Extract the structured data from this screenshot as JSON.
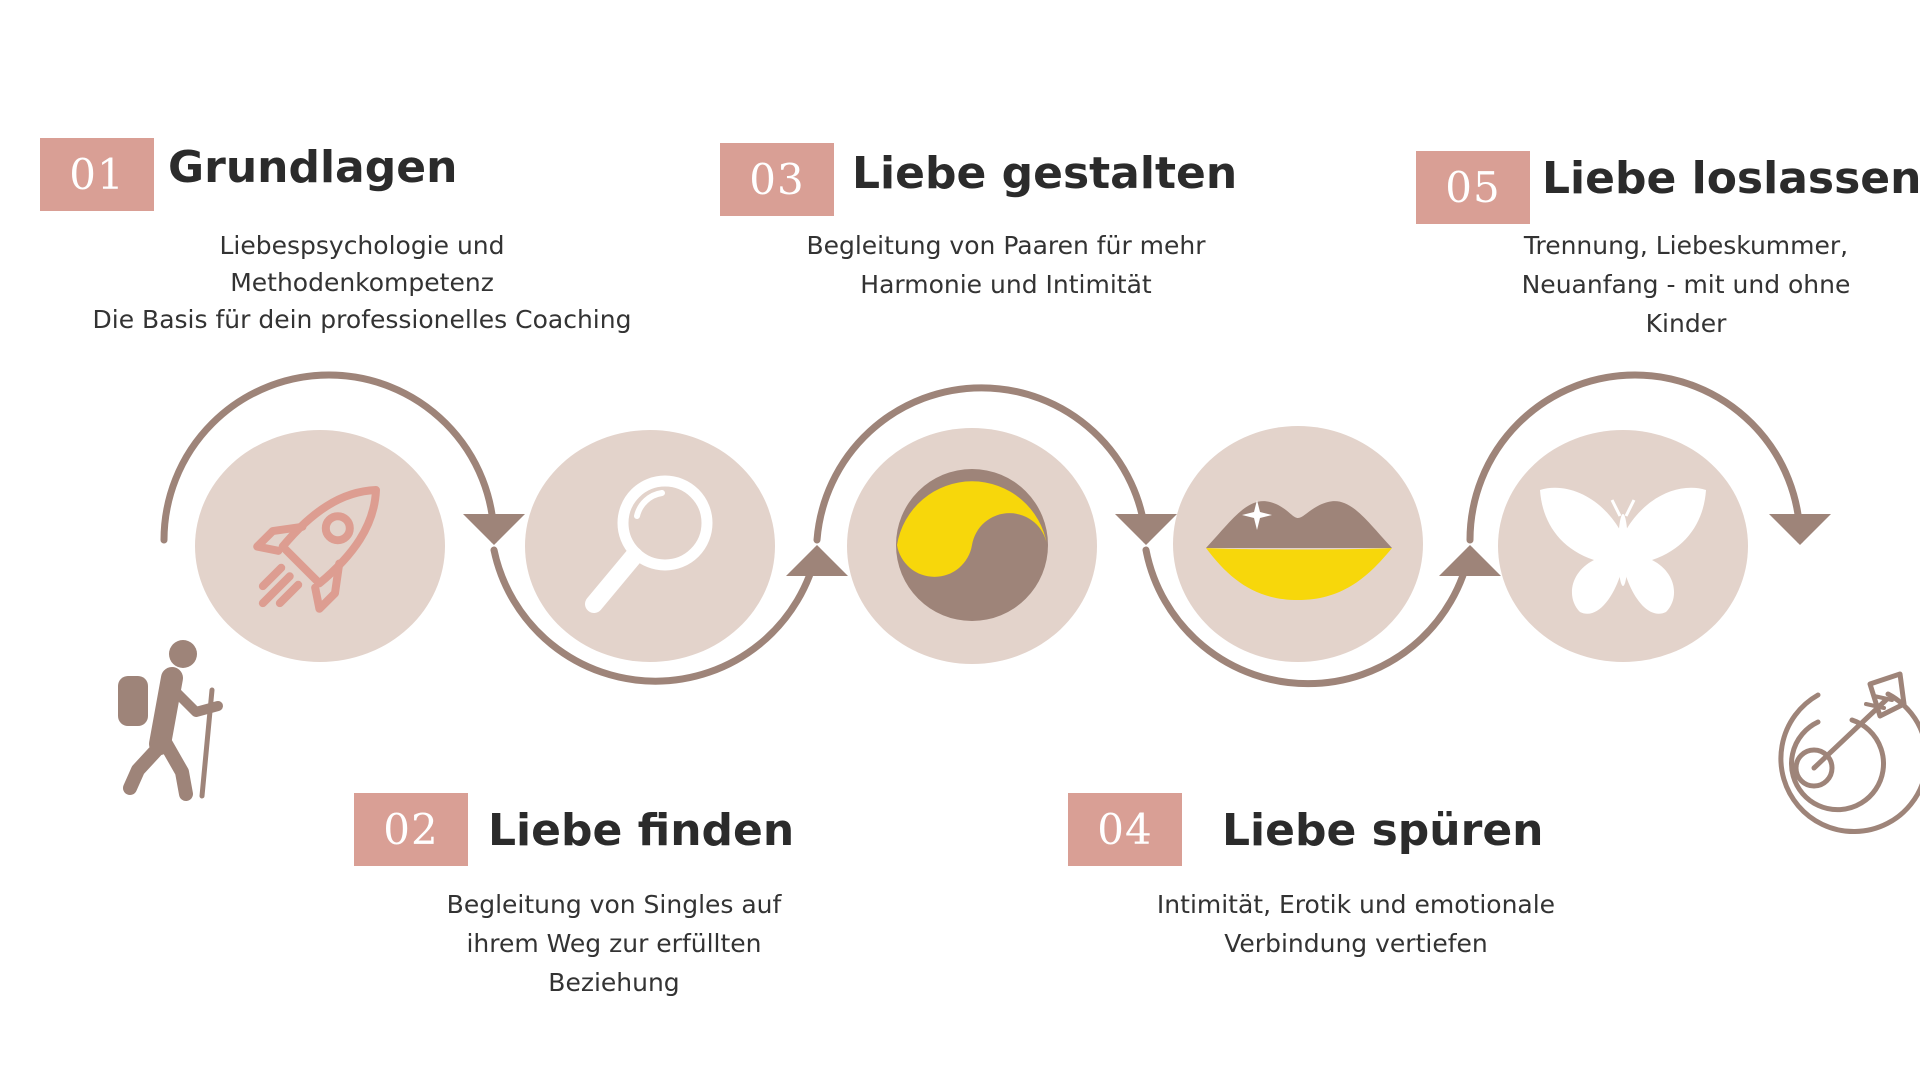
{
  "colors": {
    "badge": "#d99f95",
    "circle": "#e3d3cb",
    "path": "#9e8479",
    "accent_yellow": "#f7d70b",
    "rocket": "#dd9d91",
    "text": "#2b2b2b"
  },
  "steps": [
    {
      "number": "01",
      "title": "Grundlagen",
      "description": [
        "Liebespsychologie und",
        "Methodenkompetenz",
        "Die Basis für dein professionelles Coaching"
      ],
      "icon": "rocket-icon"
    },
    {
      "number": "02",
      "title": "Liebe finden",
      "description": [
        "Begleitung von Singles auf",
        "ihrem Weg zur erfüllten",
        "Beziehung"
      ],
      "icon": "magnifier-icon"
    },
    {
      "number": "03",
      "title": "Liebe gestalten",
      "description": [
        "Begleitung von Paaren für mehr",
        "Harmonie und Intimität"
      ],
      "icon": "yin-yang-icon"
    },
    {
      "number": "04",
      "title": "Liebe spüren",
      "description": [
        "Intimität, Erotik und emotionale",
        "Verbindung vertiefen"
      ],
      "icon": "lips-icon"
    },
    {
      "number": "05",
      "title": "Liebe loslassen",
      "description": [
        "Trennung, Liebeskummer,",
        "Neuanfang - mit und ohne",
        "Kinder"
      ],
      "icon": "butterfly-icon"
    }
  ],
  "start_icon": "hiker-icon",
  "end_icon": "target-arrow-icon"
}
